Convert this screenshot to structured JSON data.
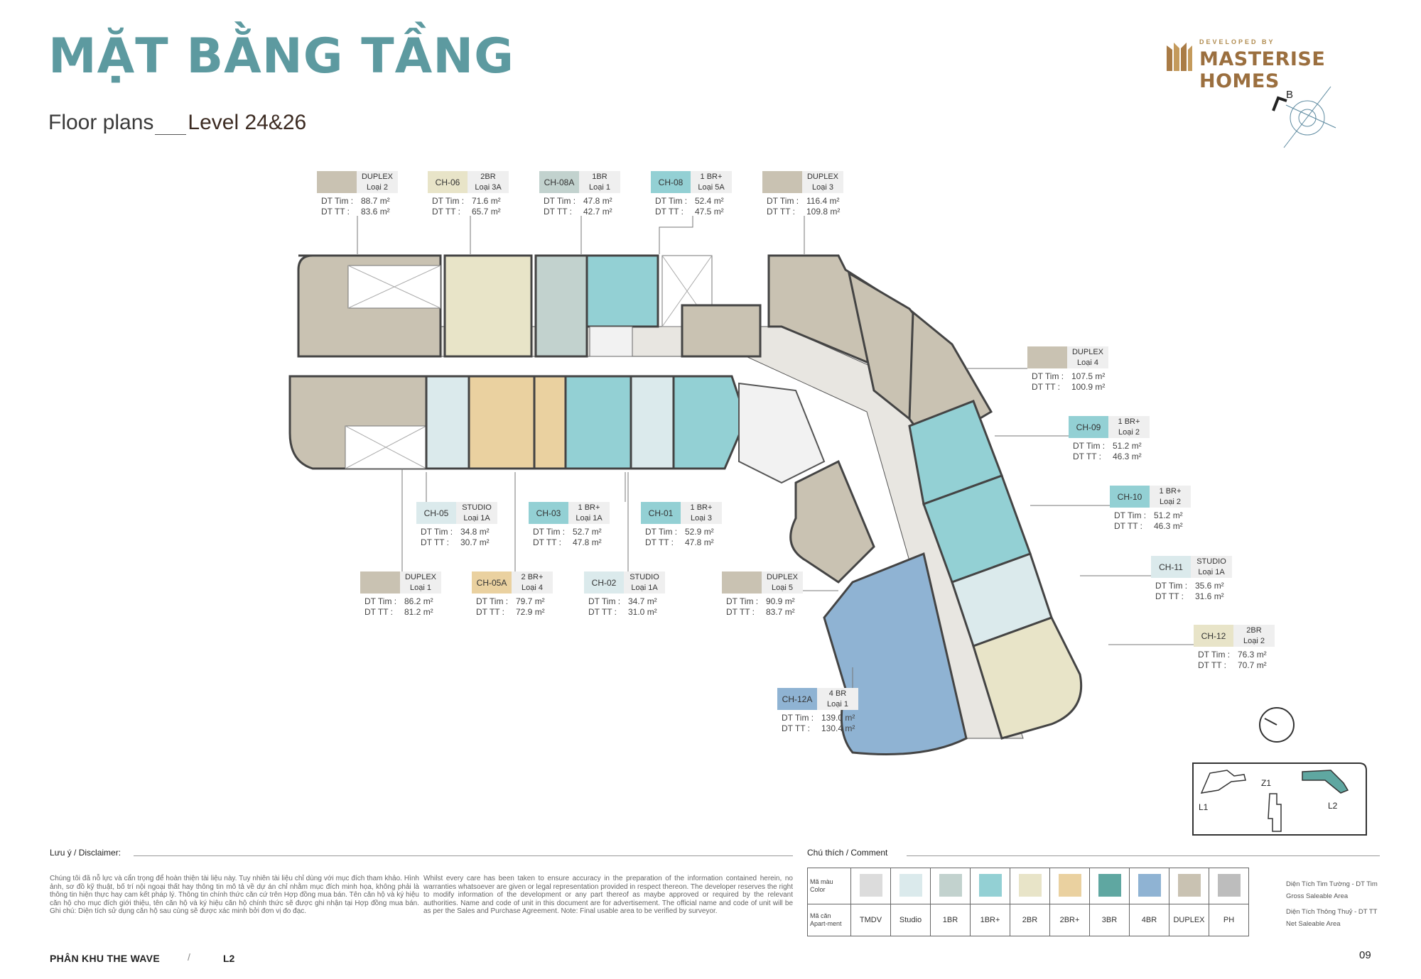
{
  "header": {
    "title": "MẶT BẰNG TẦNG",
    "subtitle": "Floor plans",
    "level": "Level 24&26",
    "logo_small": "DEVELOPED BY",
    "logo_big": "MASTERISE HOMES",
    "compass_label": "B"
  },
  "units": [
    {
      "code": "",
      "type1": "DUPLEX",
      "type2": "Loại 2",
      "gross": "88.7 m²",
      "net": "83.6 m²",
      "color": "#c9c2b2"
    },
    {
      "code": "CH-06",
      "type1": "2BR",
      "type2": "Loại 3A",
      "gross": "71.6 m²",
      "net": "65.7 m²",
      "color": "#e8e4c8"
    },
    {
      "code": "CH-08A",
      "type1": "1BR",
      "type2": "Loại 1",
      "gross": "47.8 m²",
      "net": "42.7 m²",
      "color": "#c2d2ce"
    },
    {
      "code": "CH-08",
      "type1": "1 BR+",
      "type2": "Loại 5A",
      "gross": "52.4 m²",
      "net": "47.5 m²",
      "color": "#93d0d4"
    },
    {
      "code": "",
      "type1": "DUPLEX",
      "type2": "Loại 3",
      "gross": "116.4 m²",
      "net": "109.8 m²",
      "color": "#c9c2b2"
    },
    {
      "code": "",
      "type1": "DUPLEX",
      "type2": "Loại 4",
      "gross": "107.5 m²",
      "net": "100.9 m²",
      "color": "#c9c2b2"
    },
    {
      "code": "CH-09",
      "type1": "1 BR+",
      "type2": "Loại 2",
      "gross": "51.2 m²",
      "net": "46.3 m²",
      "color": "#93d0d4"
    },
    {
      "code": "CH-10",
      "type1": "1 BR+",
      "type2": "Loại 2",
      "gross": "51.2 m²",
      "net": "46.3 m²",
      "color": "#93d0d4"
    },
    {
      "code": "CH-11",
      "type1": "STUDIO",
      "type2": "Loại 1A",
      "gross": "35.6 m²",
      "net": "31.6 m²",
      "color": "#dbeaec"
    },
    {
      "code": "CH-12",
      "type1": "2BR",
      "type2": "Loại 2",
      "gross": "76.3 m²",
      "net": "70.7 m²",
      "color": "#e8e4c8"
    },
    {
      "code": "CH-12A",
      "type1": "4 BR",
      "type2": "Loại 1",
      "gross": "139.0 m²",
      "net": "130.4 m²",
      "color": "#8fb3d3"
    },
    {
      "code": "CH-05",
      "type1": "STUDIO",
      "type2": "Loại 1A",
      "gross": "34.8 m²",
      "net": "30.7 m²",
      "color": "#dbeaec"
    },
    {
      "code": "CH-03",
      "type1": "1 BR+",
      "type2": "Loại 1A",
      "gross": "52.7 m²",
      "net": "47.8 m²",
      "color": "#93d0d4"
    },
    {
      "code": "CH-01",
      "type1": "1 BR+",
      "type2": "Loại 3",
      "gross": "52.9 m²",
      "net": "47.8 m²",
      "color": "#93d0d4"
    },
    {
      "code": "",
      "type1": "DUPLEX",
      "type2": "Loại 1",
      "gross": "86.2 m²",
      "net": "81.2 m²",
      "color": "#c9c2b2"
    },
    {
      "code": "CH-05A",
      "type1": "2 BR+",
      "type2": "Loại 4",
      "gross": "79.7 m²",
      "net": "72.9 m²",
      "color": "#ead1a0"
    },
    {
      "code": "CH-02",
      "type1": "STUDIO",
      "type2": "Loại 1A",
      "gross": "34.7 m²",
      "net": "31.0 m²",
      "color": "#dbeaec"
    },
    {
      "code": "",
      "type1": "DUPLEX",
      "type2": "Loại 5",
      "gross": "90.9 m²",
      "net": "83.7 m²",
      "color": "#c9c2b2"
    }
  ],
  "area_labels": {
    "gross": "DT Tim :",
    "net": "DT TT  :"
  },
  "keymap": {
    "l1": "L1",
    "z1": "Z1",
    "l2": "L2"
  },
  "disclaimer": {
    "title": "Lưu ý / Disclaimer:",
    "vi": "Chúng tôi đã nỗ lực và cẩn trọng để hoàn thiện tài liệu này. Tuy nhiên tài liệu chỉ dùng với mục đích tham khảo. Hình ảnh, sơ đồ kỹ thuật, bố trí nội ngoại thất hay thông tin mô tả về dự án chỉ nhằm mục đích minh họa, không phải là thông tin hiện thực hay cam kết pháp lý. Thông tin chính thức căn cứ trên Hợp đồng mua bán. Tên căn hộ và ký hiệu căn hộ cho mục đích giới thiệu, tên căn hộ và ký hiệu căn hộ chính thức sẽ được ghi nhận tại Hợp đồng mua bán. Ghi chú: Diện tích sử dụng căn hộ sau cùng sẽ được xác minh bởi đơn vị đo đạc.",
    "en": "Whilst every care has been taken to ensure accuracy in the preparation of the information contained herein, no warranties whatsoever are given or legal representation provided in respect thereon. The developer reserves the right to modify information of the development or any part thereof as maybe approved or required by the relevant authorities. Name and code of unit in this document are for advertisement. The official name and code of unit will be as per the Sales and Purchase Agreement. Note: Final usable area to be verified by surveyor."
  },
  "legend": {
    "title": "Chú thích / Comment",
    "color_head_vi": "Mã màu",
    "color_head_en": "Color",
    "apt_head_vi": "Mã căn",
    "apt_head_en": "Apart-ment",
    "items": [
      {
        "name": "TMDV",
        "color": "#dcdcdc"
      },
      {
        "name": "Studio",
        "color": "#dbeaec"
      },
      {
        "name": "1BR",
        "color": "#c2d2ce"
      },
      {
        "name": "1BR+",
        "color": "#93d0d4"
      },
      {
        "name": "2BR",
        "color": "#e8e4c8"
      },
      {
        "name": "2BR+",
        "color": "#ead1a0"
      },
      {
        "name": "3BR",
        "color": "#5fa7a1"
      },
      {
        "name": "4BR",
        "color": "#8fb3d3"
      },
      {
        "name": "DUPLEX",
        "color": "#c9c2b2"
      },
      {
        "name": "PH",
        "color": "#bdbdbd"
      }
    ],
    "def1_vi": "Diện Tích Tim Tường - DT Tim",
    "def1_en": "Gross Saleable Area",
    "def2_vi": "Diện Tích Thông Thuỷ - DT TT",
    "def2_en": "Net Saleable Area"
  },
  "footer": {
    "zone": "PHÂN KHU THE WAVE",
    "slash": "/",
    "building": "L2",
    "page": "09"
  }
}
